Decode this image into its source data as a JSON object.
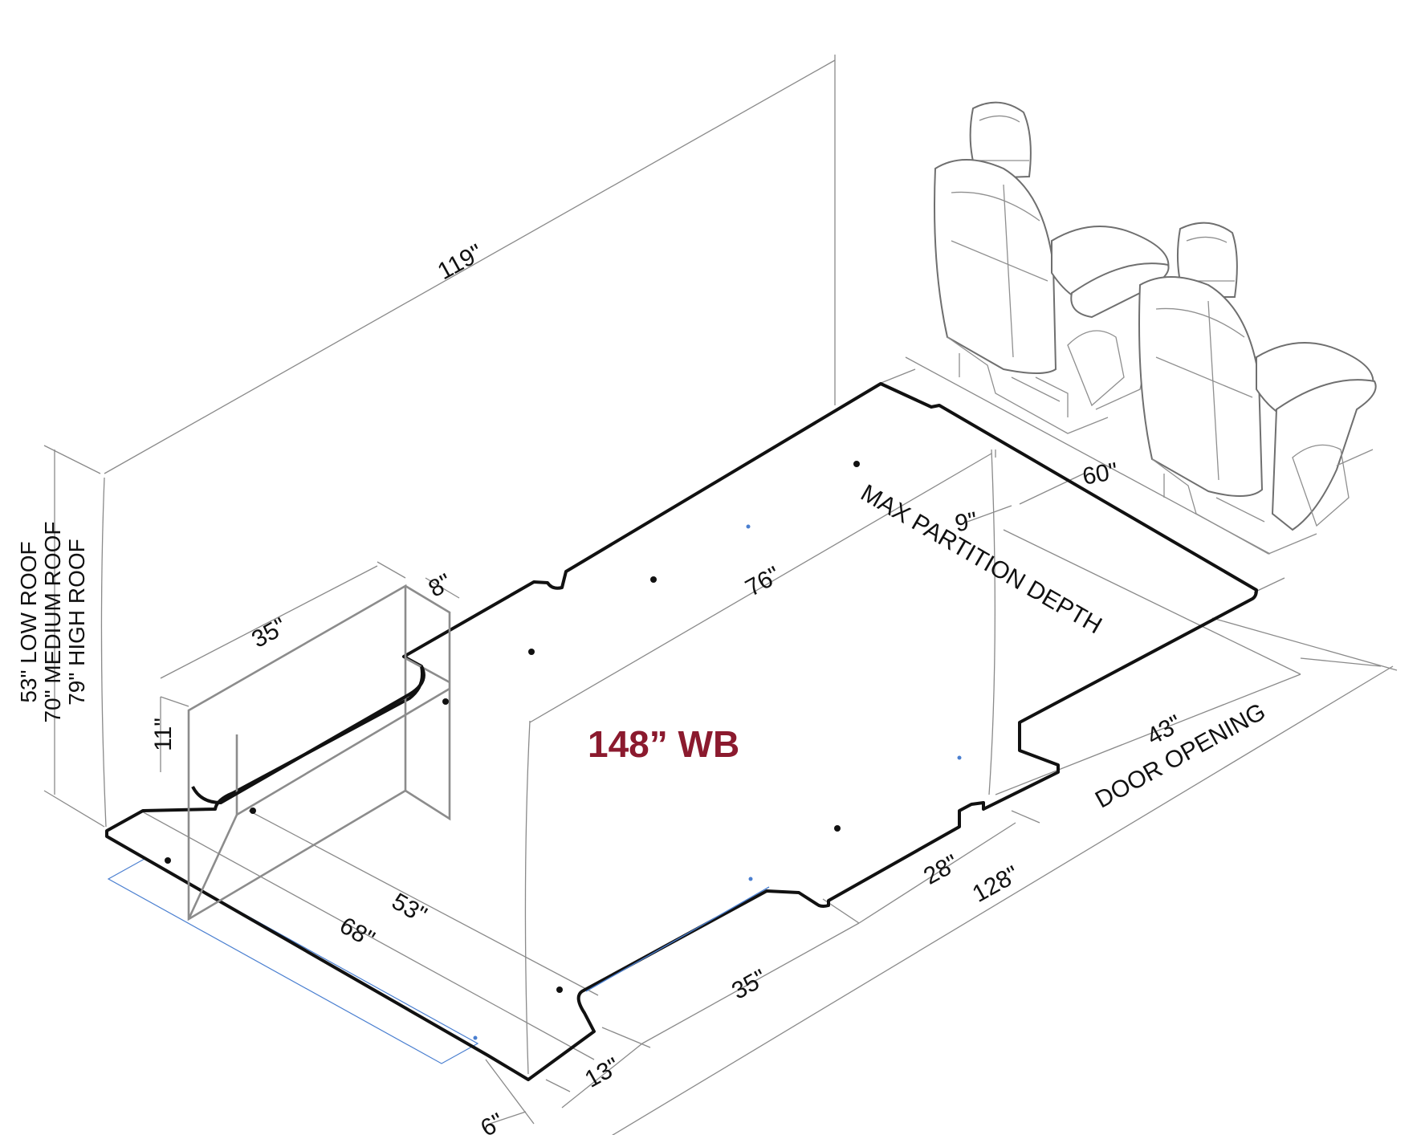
{
  "wheelbase_label": "148” WB",
  "roof_heights": [
    "53\" LOW ROOF",
    "70\" MEDIUM ROOF",
    "79\" HIGH ROOF"
  ],
  "dimensions": {
    "d119": "119\"",
    "d60": "60\"",
    "d9": "9\"",
    "max_partition": "MAX PARTITION DEPTH",
    "d76": "76\"",
    "d35_box": "35\"",
    "d8": "8\"",
    "d11": "11\"",
    "d53": "53\"",
    "d68": "68\"",
    "d43": "43\"",
    "door_opening": "DOOR OPENING",
    "d28": "28\"",
    "d128": "128\"",
    "d35_floor": "35\"",
    "d13": "13\"",
    "d6": "6\""
  },
  "colors": {
    "wb_label": "#8b1a2e",
    "lines": "#111111",
    "dimension_lines": "#8a8a8a",
    "accent_blue": "#4a7fd0"
  }
}
